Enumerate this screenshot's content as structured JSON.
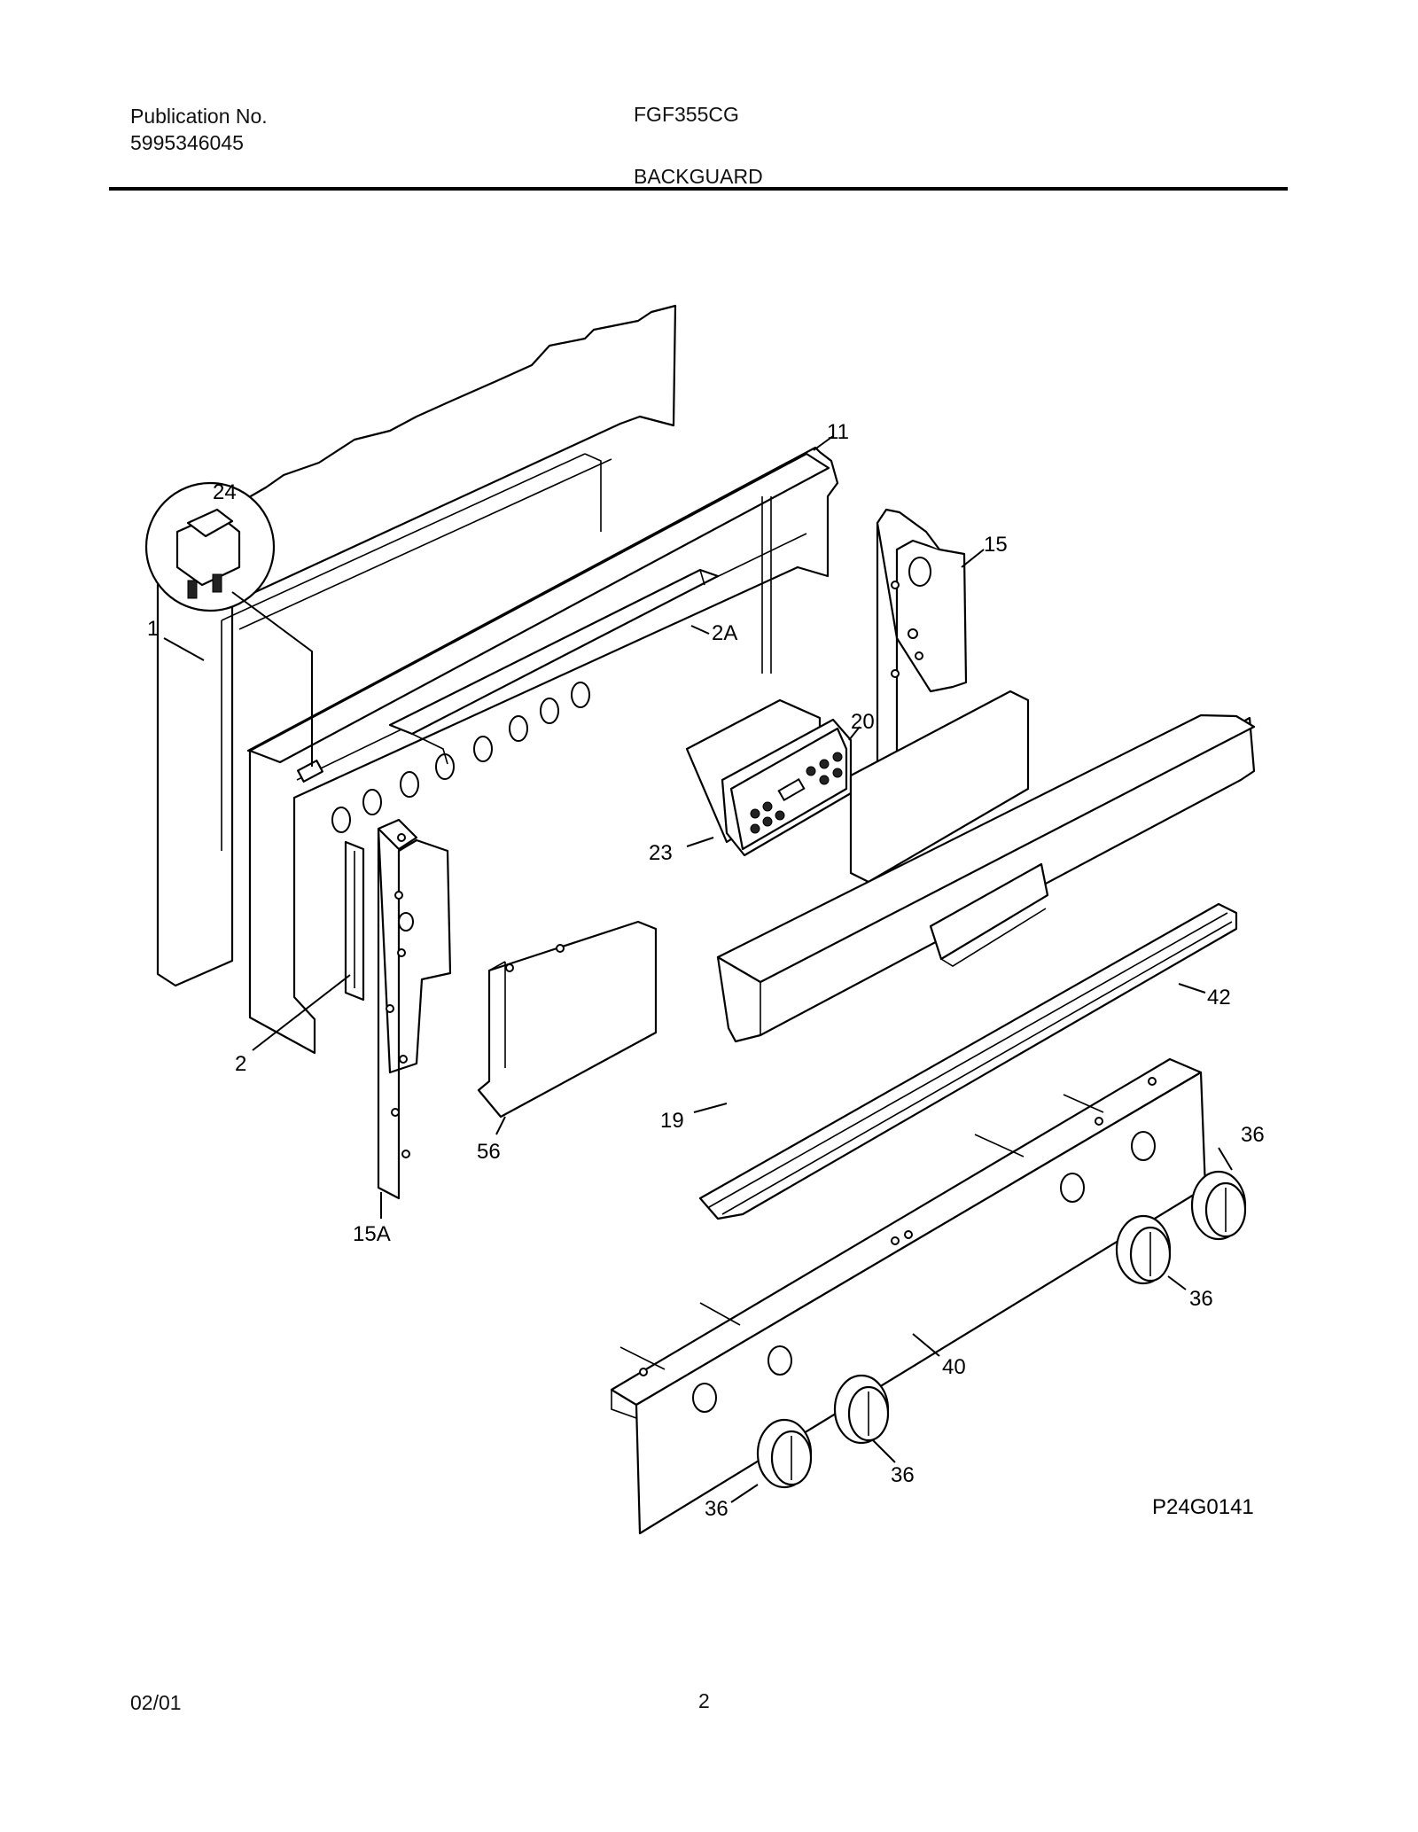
{
  "header": {
    "publication_label": "Publication No.",
    "publication_number": "5995346045",
    "model": "FGF355CG",
    "section_title": "BACKGUARD"
  },
  "diagram": {
    "figure_code": "P24G0141",
    "callouts": [
      "24",
      "11",
      "15",
      "1",
      "2A",
      "20",
      "23",
      "42",
      "2",
      "19",
      "36",
      "56",
      "15A",
      "36",
      "40",
      "36",
      "36"
    ]
  },
  "footer": {
    "date": "02/01",
    "page_number": "2"
  }
}
